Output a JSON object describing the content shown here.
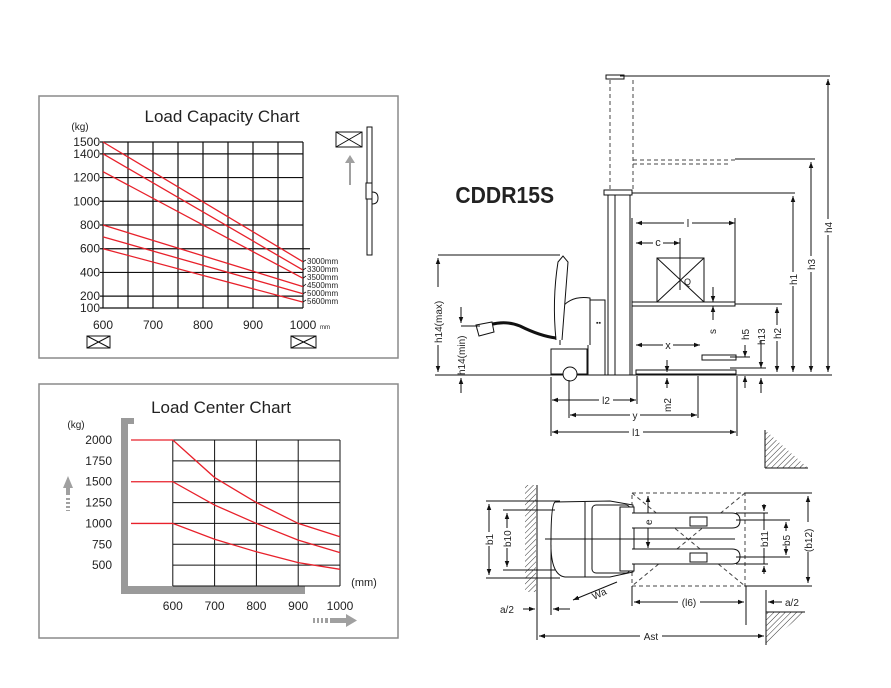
{
  "chart_data": [
    {
      "type": "line",
      "title": "Load Capacity Chart",
      "ylabel": "(kg)",
      "xlabel": "mm",
      "x_ticks": [
        600,
        700,
        800,
        900,
        1000
      ],
      "y_ticks": [
        100,
        200,
        400,
        600,
        800,
        1000,
        1200,
        1400,
        1500
      ],
      "xlim": [
        600,
        1000
      ],
      "ylim": [
        100,
        1500
      ],
      "grid": true,
      "legend_position": "right",
      "series": [
        {
          "name": "3000mm",
          "x": [
            600,
            1000
          ],
          "values": [
            1500,
            490
          ]
        },
        {
          "name": "3300mm",
          "x": [
            600,
            1000
          ],
          "values": [
            1400,
            420
          ]
        },
        {
          "name": "3500mm",
          "x": [
            600,
            1000
          ],
          "values": [
            1250,
            350
          ]
        },
        {
          "name": "4500mm",
          "x": [
            600,
            1000
          ],
          "values": [
            800,
            280
          ]
        },
        {
          "name": "5000mm",
          "x": [
            600,
            1000
          ],
          "values": [
            700,
            220
          ]
        },
        {
          "name": "5600mm",
          "x": [
            600,
            1000
          ],
          "values": [
            600,
            150
          ]
        }
      ]
    },
    {
      "type": "line",
      "title": "Load Center Chart",
      "ylabel": "(kg)",
      "xlabel": "(mm)",
      "x_ticks": [
        600,
        700,
        800,
        900,
        1000
      ],
      "y_ticks": [
        500,
        750,
        1000,
        1250,
        1500,
        1750,
        2000
      ],
      "xlim": [
        500,
        1000
      ],
      "ylim": [
        250,
        2000
      ],
      "grid": true,
      "series": [
        {
          "name": "2000",
          "x": [
            500,
            600,
            700,
            800,
            900,
            1000
          ],
          "values": [
            2000,
            2000,
            1550,
            1250,
            1000,
            840
          ]
        },
        {
          "name": "1500",
          "x": [
            500,
            600,
            700,
            800,
            900,
            1000
          ],
          "values": [
            1500,
            1500,
            1220,
            1000,
            800,
            650
          ]
        },
        {
          "name": "1000",
          "x": [
            500,
            600,
            700,
            800,
            900,
            1000
          ],
          "values": [
            1000,
            1000,
            810,
            660,
            530,
            450
          ]
        }
      ]
    }
  ],
  "colors": {
    "curve": "#e8212b",
    "grid": "#111111",
    "frame": "#8a8a8a",
    "arrow": "#a0a0a0"
  },
  "model": "CDDR15S",
  "side_view": {
    "labels": {
      "h4": "h4",
      "h3": "h3",
      "h1": "h1",
      "h2": "h2",
      "h13": "h13",
      "h5": "h5",
      "s": "s",
      "l": "l",
      "c": "c",
      "x": "x",
      "Q": "Q",
      "h14max": "h14(max)",
      "h14min": "h14(min)",
      "l2": "l2",
      "y": "y",
      "l1": "l1",
      "m2": "m2"
    }
  },
  "top_view": {
    "labels": {
      "b1": "b1",
      "b10": "b10",
      "e": "e",
      "b11": "b11",
      "b5": "b5",
      "b12": "(b12)",
      "Wa": "Wa",
      "a2_left": "a/2",
      "l6": "(l6)",
      "a2_right": "a/2",
      "Ast": "Ast"
    }
  }
}
